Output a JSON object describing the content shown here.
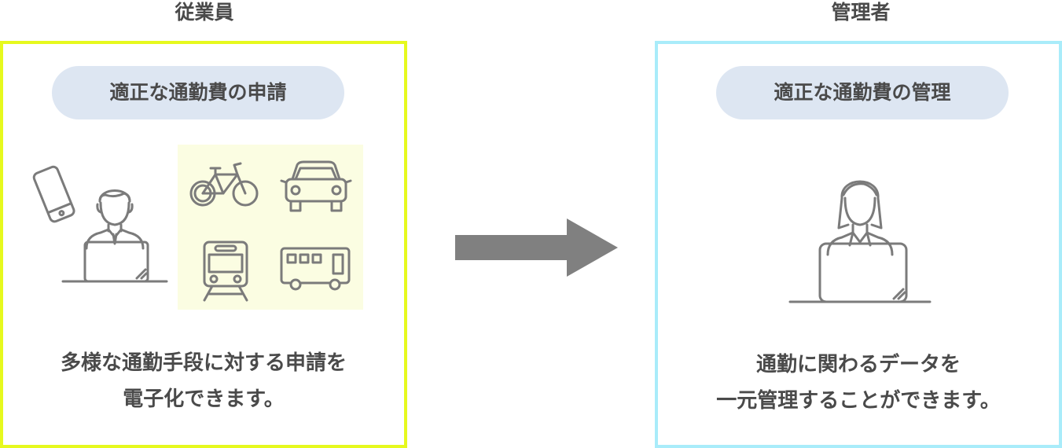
{
  "employee": {
    "heading": "従業員",
    "pill": "適正な通勤費の申請",
    "description_lines": [
      "多様な通勤手段に対する申請を",
      "電子化できます。"
    ],
    "border_color": "#e6f91e",
    "transport_bg": "#fbfde2",
    "icons": [
      "smartphone-icon",
      "office-worker-icon",
      "bicycle-icon",
      "car-icon",
      "train-icon",
      "bus-icon"
    ]
  },
  "arrow": {
    "icon": "arrow-right-icon",
    "color": "#808080"
  },
  "manager": {
    "heading": "管理者",
    "pill": "適正な通勤費の管理",
    "description_lines": [
      "通勤に関わるデータを",
      "一元管理することができます。"
    ],
    "border_color": "#a9ecfa",
    "icons": [
      "manager-at-laptop-icon"
    ]
  },
  "colors": {
    "pill_bg": "#dde6f2",
    "text": "#4a4a4a",
    "icon_stroke": "#7b7b7b"
  }
}
